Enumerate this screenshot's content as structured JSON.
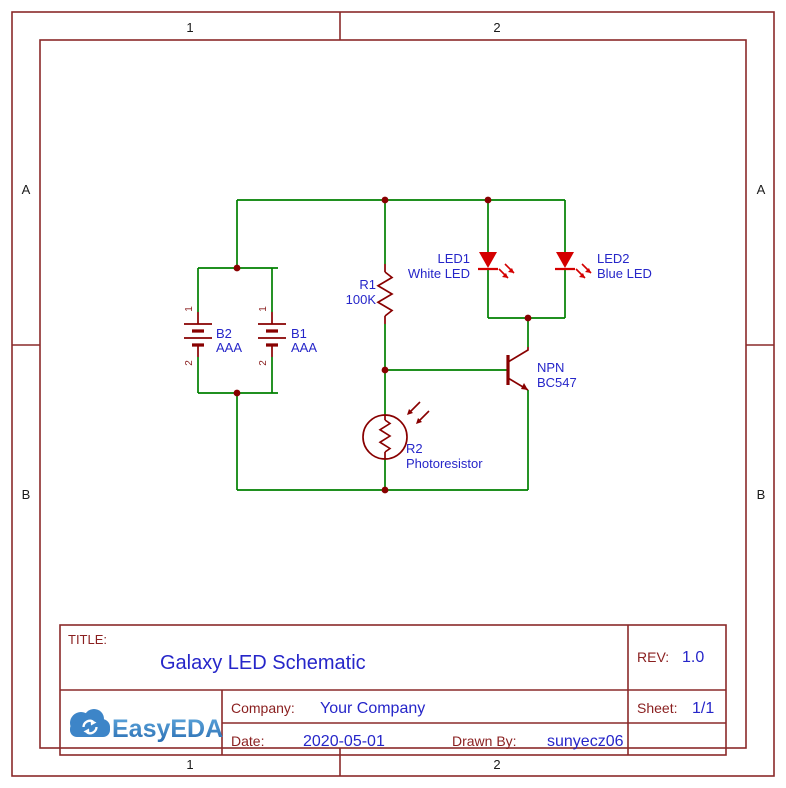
{
  "colors": {
    "frame": "#8a2a2a",
    "wire": "#008000",
    "symbol": "#880000",
    "led_red": "#d40000",
    "label_blue": "#2626c9",
    "logo_blue": "#3d85c8"
  },
  "frame": {
    "col_labels": [
      "1",
      "2"
    ],
    "row_labels": [
      "A",
      "B"
    ]
  },
  "schematic": {
    "components": {
      "B2": {
        "ref": "B2",
        "value": "AAA",
        "pins": [
          "1",
          "2"
        ]
      },
      "B1": {
        "ref": "B1",
        "value": "AAA",
        "pins": [
          "1",
          "2"
        ]
      },
      "R1": {
        "ref": "R1",
        "value": "100K"
      },
      "R2": {
        "ref": "R2",
        "value": "Photoresistor"
      },
      "LED1": {
        "ref": "LED1",
        "value": "White LED"
      },
      "LED2": {
        "ref": "LED2",
        "value": "Blue LED"
      },
      "Q1": {
        "ref": "NPN",
        "value": "BC547"
      }
    }
  },
  "title_block": {
    "title_label": "TITLE:",
    "title": "Galaxy LED Schematic",
    "rev_label": "REV:",
    "rev": "1.0",
    "company_label": "Company:",
    "company": "Your Company",
    "sheet_label": "Sheet:",
    "sheet": "1/1",
    "date_label": "Date:",
    "date": "2020-05-01",
    "drawn_by_label": "Drawn By:",
    "drawn_by": "sunyecz06",
    "logo_text": "EasyEDA"
  }
}
